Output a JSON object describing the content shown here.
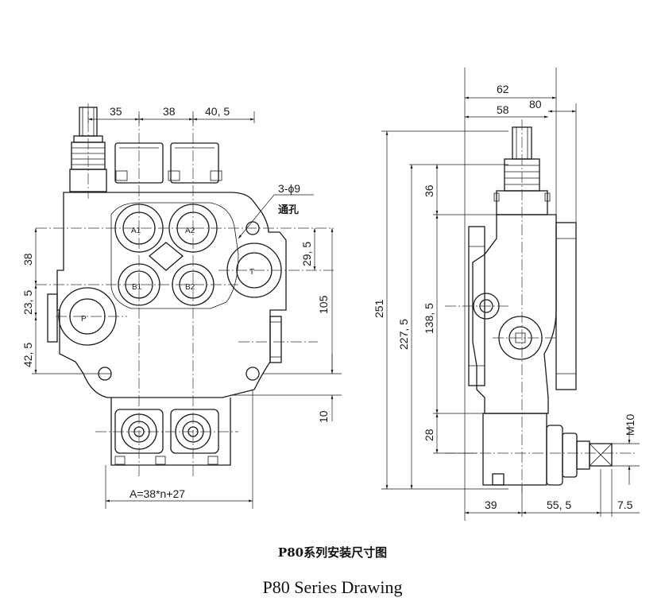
{
  "front_view": {
    "dims": {
      "d35": "35",
      "d38_top": "38",
      "d40_5": "40, 5",
      "d38": "38",
      "d23_5": "23, 5",
      "d42_5": "42, 5",
      "d29_5": "29, 5",
      "d105": "105",
      "d10": "10",
      "formula": "A=38*n+27"
    },
    "note": {
      "holes": "3-ϕ9",
      "through": "通孔"
    },
    "ports": {
      "a1": "A1",
      "a2": "A2",
      "b1": "B1",
      "b2": "B2",
      "p": "P",
      "t": "T"
    }
  },
  "side_view": {
    "dims": {
      "d62": "62",
      "d58": "58",
      "d80": "80",
      "d36": "36",
      "d251": "251",
      "d227_5": "227, 5",
      "d138_5": "138, 5",
      "d28": "28",
      "d39": "39",
      "d55_5": "55, 5",
      "d7_5": "7.5",
      "m10": "M10"
    }
  },
  "caption": {
    "chinese": "P80系列安装尺寸图",
    "english": "P80 Series Drawing"
  }
}
